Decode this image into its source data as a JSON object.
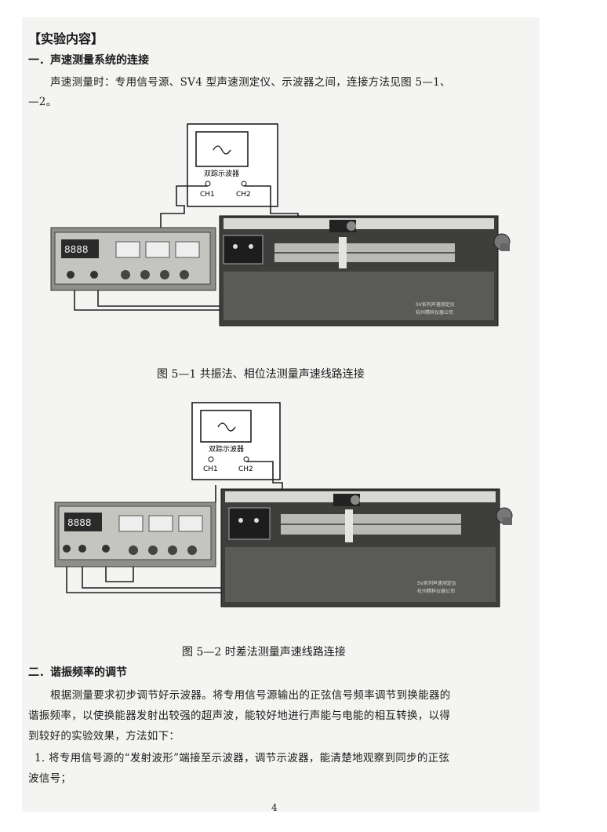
{
  "section_bracket": "【实验内容】",
  "section1": {
    "heading": "一．声速测量系统的连接",
    "para_line1": "声速测量时：专用信号源、SV4 型声速测定仪、示波器之间，连接方法见图 5—1、",
    "para_line2": "—2。"
  },
  "figure1": {
    "scope_label": "双踪示波器",
    "ch1": "CH1",
    "ch2": "CH2",
    "device_label_1": "SV系列声速测定仪",
    "device_label_2": "杭州精科仪器公司",
    "caption": "图 5—1  共振法、相位法测量声速线路连接"
  },
  "figure2": {
    "scope_label": "双踪示波器",
    "ch1": "CH1",
    "ch2": "CH2",
    "device_label_1": "SV系列声速测定仪",
    "device_label_2": "杭州精科仪器公司",
    "caption": "图 5—2  时差法测量声速线路连接"
  },
  "section2": {
    "heading": "二．谐振频率的调节",
    "para_line1": "根据测量要求初步调节好示波器。将专用信号源输出的正弦信号频率调节到换能器的",
    "para_line2": "谐振频率，以使换能器发射出较强的超声波，能较好地进行声能与电能的相互转换，以得",
    "para_line3": "到较好的实验效果，方法如下：",
    "item1_line1": "1. 将专用信号源的“发射波形”端接至示波器，调节示波器，能清楚地观察到同步的正弦",
    "item1_line2": "波信号；"
  },
  "page_number": "4"
}
